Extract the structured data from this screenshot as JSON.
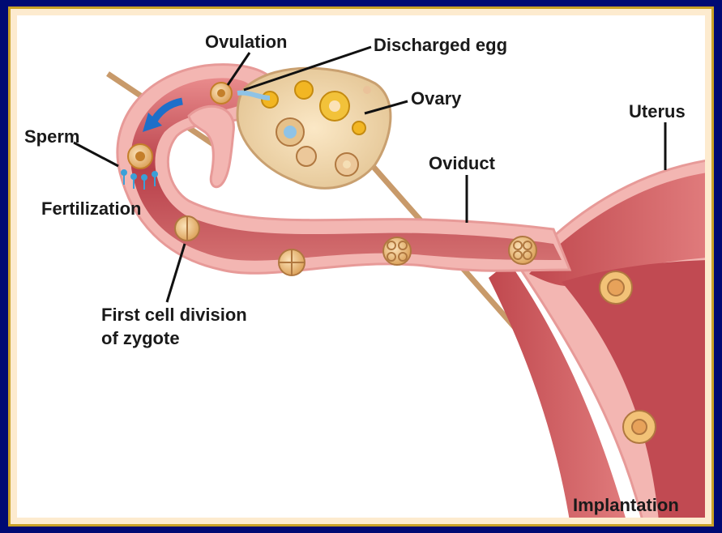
{
  "labels": {
    "ovulation": "Ovulation",
    "discharged_egg": "Discharged egg",
    "ovary": "Ovary",
    "sperm": "Sperm",
    "fertilization": "Fertilization",
    "oviduct": "Oviduct",
    "uterus": "Uterus",
    "first_cell_division_line1": "First cell division",
    "first_cell_division_line2": "of zygote",
    "implantation": "Implantation"
  },
  "colors": {
    "background": "#000a73",
    "frame_border": "#c9a227",
    "tissue_outer": "#f3b6b2",
    "tissue_inner": "#b8404a",
    "muscle": "#c85a58",
    "ovary": "#f2d9b0",
    "follicle": "#f2b623",
    "arrow": "#1e6fc9"
  }
}
